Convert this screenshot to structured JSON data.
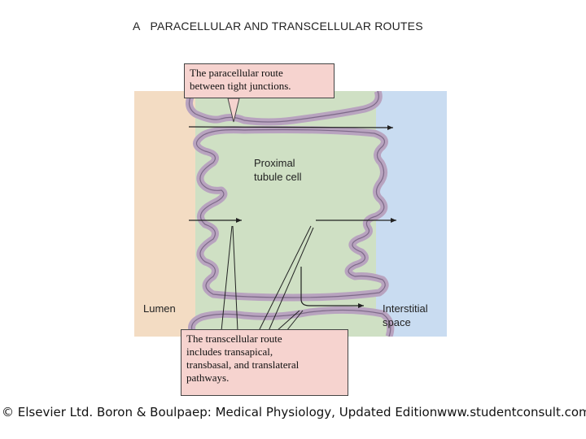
{
  "title": {
    "letter": "A",
    "text": "PARACELLULAR AND TRANSCELLULAR ROUTES"
  },
  "callouts": {
    "paracellular_line1": "The paracellular route",
    "paracellular_line2": "between tight junctions.",
    "transcellular_line1": "The transcellular route",
    "transcellular_line2": "includes transapical,",
    "transcellular_line3": "transbasal, and translateral",
    "transcellular_line4": "pathways."
  },
  "labels": {
    "cell_line1": "Proximal",
    "cell_line2": "tubule cell",
    "lumen": "Lumen",
    "interstitial_line1": "Interstitial",
    "interstitial_line2": "space"
  },
  "footer": {
    "copyright": "© Elsevier Ltd. Boron & Boulpaep: Medical Physiology, Updated Edition",
    "website": "www.studentconsult.com"
  },
  "colors": {
    "lumen": "#f3dcc3",
    "cell": "#cfe0c4",
    "interstitial": "#c9dcf1",
    "membrane": "#b8a3bf",
    "callout": "#f6d3cf"
  }
}
